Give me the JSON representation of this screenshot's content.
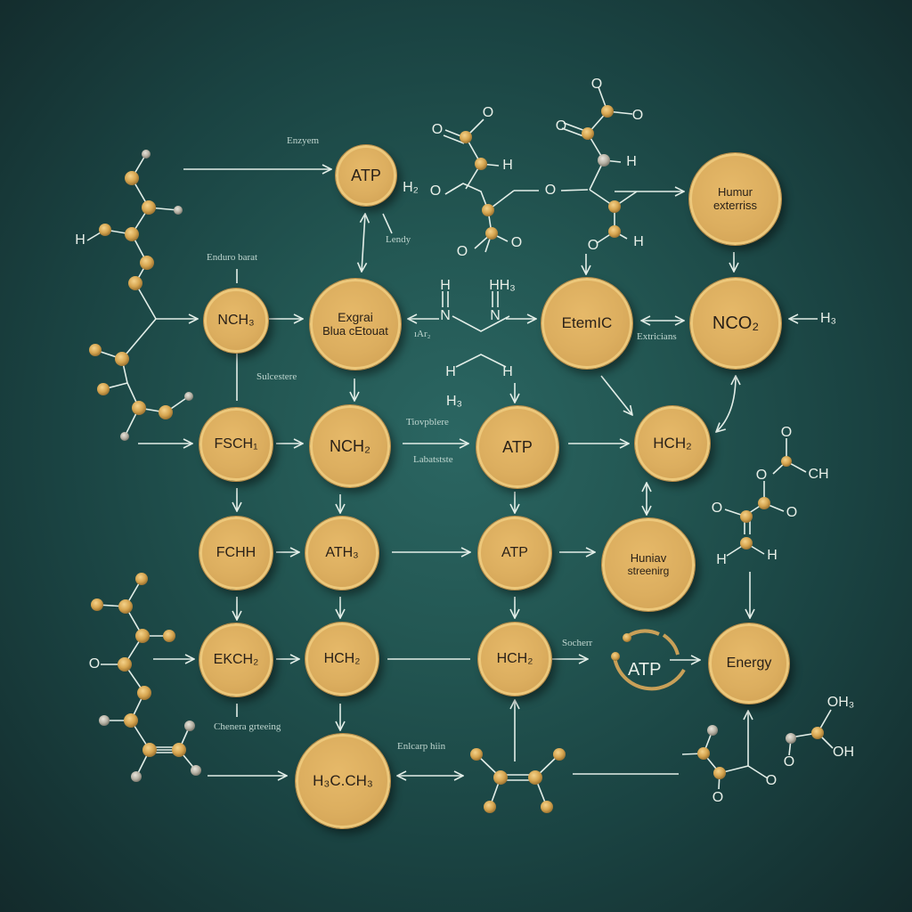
{
  "diagram": {
    "title": "",
    "theme": {
      "background": "#235753",
      "node_fill": "#dcae5f",
      "node_border": "#edc87b",
      "line_color": "#e3eee8",
      "text_dark": "#2a2118"
    },
    "nodes": [
      {
        "id": "n_atp_top",
        "lines": [
          "ATP"
        ]
      },
      {
        "id": "n_nch_left",
        "lines": [
          "NCH₃"
        ]
      },
      {
        "id": "n_enzyme_big",
        "lines": [
          "Exgrai",
          "Blua cEtouat"
        ]
      },
      {
        "id": "n_etemic",
        "lines": [
          "EtemIC"
        ]
      },
      {
        "id": "n_human_top",
        "lines": [
          "Humur",
          "exterriss"
        ]
      },
      {
        "id": "n_nco2",
        "lines": [
          "NCO₂"
        ]
      },
      {
        "id": "n_fsch",
        "lines": [
          "FSCH₁"
        ]
      },
      {
        "id": "n_nch2_mid",
        "lines": [
          "NCH₂"
        ]
      },
      {
        "id": "n_atp_mid",
        "lines": [
          "ATP"
        ]
      },
      {
        "id": "n_hch2_right",
        "lines": [
          "HCH₂"
        ]
      },
      {
        "id": "n_fchh",
        "lines": [
          "FCHH"
        ]
      },
      {
        "id": "n_ath3",
        "lines": [
          "ATH₃"
        ]
      },
      {
        "id": "n_atp_row3",
        "lines": [
          "ATP"
        ]
      },
      {
        "id": "n_human_mid",
        "lines": [
          "Huniav",
          "streenirg"
        ]
      },
      {
        "id": "n_ekch2",
        "lines": [
          "EKCH₂"
        ]
      },
      {
        "id": "n_hch2_a",
        "lines": [
          "HCH₂"
        ]
      },
      {
        "id": "n_hch2_b",
        "lines": [
          "HCH₂"
        ]
      },
      {
        "id": "n_energy",
        "lines": [
          "Energy"
        ]
      },
      {
        "id": "n_hcch3",
        "lines": [
          "H₃C.CH₃"
        ]
      }
    ],
    "labels": [
      {
        "id": "l_enzyme",
        "text": "Enzyem"
      },
      {
        "id": "l_lendy",
        "text": "Lendy"
      },
      {
        "id": "l_enduro",
        "text": "Enduro barat"
      },
      {
        "id": "l_substrate",
        "text": "Sulcestere"
      },
      {
        "id": "l_ar2",
        "text": "ıAr₂"
      },
      {
        "id": "l_extricians",
        "text": "Extricians"
      },
      {
        "id": "l_fioyblere",
        "text": "Tiovpblere"
      },
      {
        "id": "l_labatste",
        "text": "Labatstste"
      },
      {
        "id": "l_chemera",
        "text": "Chenera grteeing"
      },
      {
        "id": "l_enkarp",
        "text": "Enlcarp hiin"
      },
      {
        "id": "l_socherr",
        "text": "Socherr"
      }
    ],
    "atoms": {
      "h2_atp": "H₂",
      "h_left": "H",
      "o": "O",
      "h": "H",
      "n": "N",
      "hh3": "HH₃",
      "h3": "H₃",
      "ch": "CH",
      "oh": "OH",
      "oh3": "OH₃"
    },
    "cycle": {
      "label": "ATP"
    }
  }
}
